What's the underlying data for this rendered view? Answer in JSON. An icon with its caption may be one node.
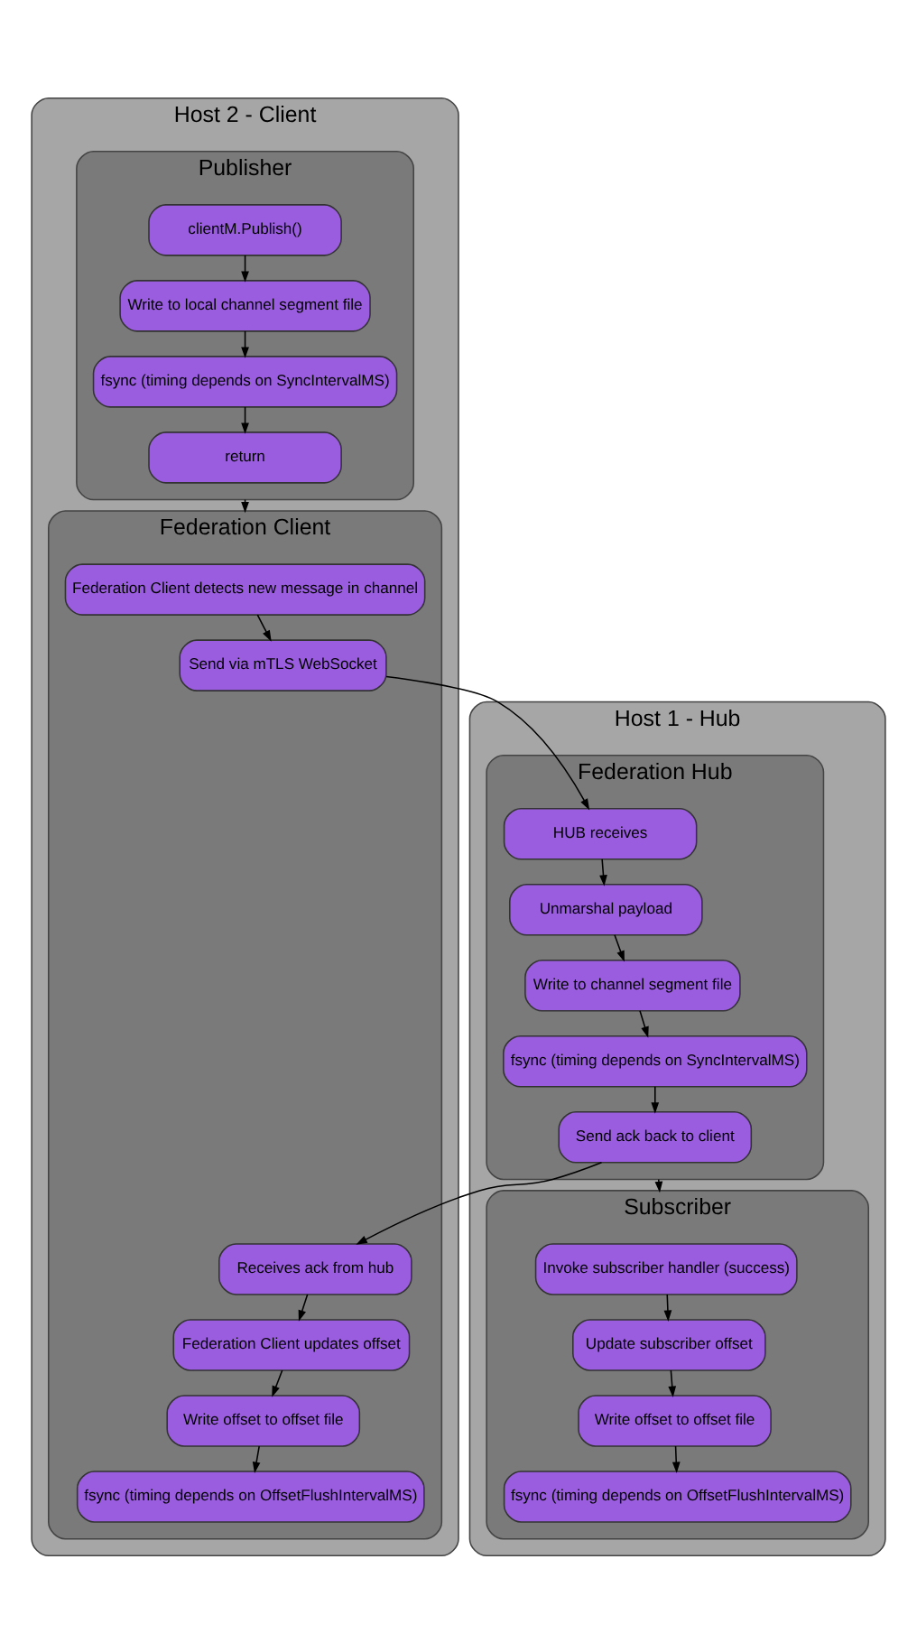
{
  "diagram": {
    "nodes": [
      {
        "text": [
          "Host 1 - Hub"
        ]
      },
      {
        "text": [
          "Federation Hub"
        ],
        "in": 0
      },
      {
        "text": [
          "HUB receives"
        ],
        "in": 1
      },
      {
        "text": [
          "Unmarshal payload"
        ],
        "in": 1
      },
      {
        "text": [
          "Write to channel segment file"
        ],
        "in": 1
      },
      {
        "text": [
          "fsync (timing depends on SyncIntervalMS)"
        ],
        "in": 1
      },
      {
        "text": [
          "Send ack back to client"
        ],
        "in": 1
      },
      {
        "text": [
          "Subscriber"
        ],
        "in": 0
      },
      {
        "text": [
          "Invoke subscriber handler (success)"
        ],
        "in": 7
      },
      {
        "text": [
          "Update subscriber offset"
        ],
        "in": 7
      },
      {
        "text": [
          "Write offset to offset file"
        ],
        "in": 7
      },
      {
        "text": [
          "fsync (timing depends on OffsetFlushIntervalMS)"
        ],
        "in": 7
      },
      {
        "text": [
          "Host 2 - Client"
        ]
      },
      {
        "text": [
          "Publisher"
        ],
        "in": 12
      },
      {
        "text": [
          "clientM.Publish()"
        ],
        "in": 13
      },
      {
        "text": [
          "Write to local channel segment file"
        ],
        "in": 13
      },
      {
        "text": [
          "fsync (timing depends on SyncIntervalMS)"
        ],
        "in": 13
      },
      {
        "text": [
          "return"
        ],
        "in": 13
      },
      {
        "text": [
          "Federation Client"
        ],
        "in": 12
      },
      {
        "text": [
          "Federation Client detects new message in channel"
        ],
        "in": 18
      },
      {
        "text": [
          "Send via mTLS WebSocket"
        ],
        "in": 18
      },
      {
        "text": [
          "Receives ack from hub"
        ],
        "in": 18
      },
      {
        "text": [
          "Federation Client updates offset"
        ],
        "in": 18
      },
      {
        "text": [
          "Write offset to offset file"
        ],
        "in": 18
      },
      {
        "text": [
          "fsync (timing depends on OffsetFlushIntervalMS)"
        ],
        "in": 18
      }
    ],
    "edges": [
      {
        "from": 14,
        "to": 15,
        "arrow": "to"
      },
      {
        "from": 15,
        "to": 16,
        "arrow": "to"
      },
      {
        "from": 16,
        "to": 17,
        "arrow": "to"
      },
      {
        "from": 13,
        "to": 18,
        "arrow": "to"
      },
      {
        "from": 19,
        "to": 20,
        "arrow": "to"
      },
      {
        "from": 20,
        "to": 2,
        "arrow": "to"
      },
      {
        "from": 2,
        "to": 3,
        "arrow": "to"
      },
      {
        "from": 3,
        "to": 4,
        "arrow": "to"
      },
      {
        "from": 4,
        "to": 5,
        "arrow": "to"
      },
      {
        "from": 5,
        "to": 6,
        "arrow": "to"
      },
      {
        "from": 6,
        "to": 21,
        "arrow": "to"
      },
      {
        "from": 1,
        "to": 7,
        "arrow": "to"
      },
      {
        "from": 8,
        "to": 9,
        "arrow": "to"
      },
      {
        "from": 9,
        "to": 10,
        "arrow": "to"
      },
      {
        "from": 10,
        "to": 11,
        "arrow": "to"
      },
      {
        "from": 21,
        "to": 22,
        "arrow": "to"
      },
      {
        "from": 22,
        "to": 23,
        "arrow": "to"
      },
      {
        "from": 23,
        "to": 24,
        "arrow": "to"
      }
    ]
  }
}
